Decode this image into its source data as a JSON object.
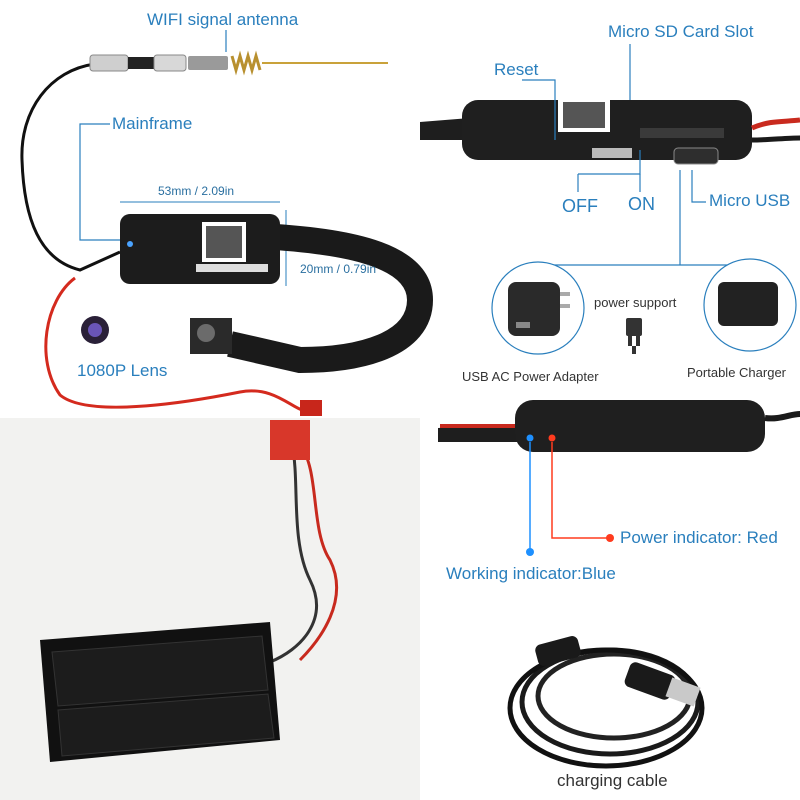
{
  "labels": {
    "wifi_antenna": "WIFI signal antenna",
    "mainframe": "Mainframe",
    "width_dim": "53mm / 2.09in",
    "height_dim": "20mm / 0.79in",
    "lens": "1080P Lens",
    "sd_slot": "Micro SD Card Slot",
    "reset": "Reset",
    "off": "OFF",
    "on": "ON",
    "micro_usb": "Micro USB",
    "power_support": "power support",
    "usb_adapter": "USB AC Power Adapter",
    "portable_charger": "Portable Charger",
    "power_indicator": "Power indicator: Red",
    "working_indicator": "Working indicator:Blue",
    "charging_cable": "charging cable"
  },
  "colors": {
    "label_blue": "#2a7fbd",
    "board_black": "#1c1c1c",
    "wire_red": "#d42a1e",
    "led_blue": "#1e90ff",
    "led_red": "#ff3b1e"
  }
}
